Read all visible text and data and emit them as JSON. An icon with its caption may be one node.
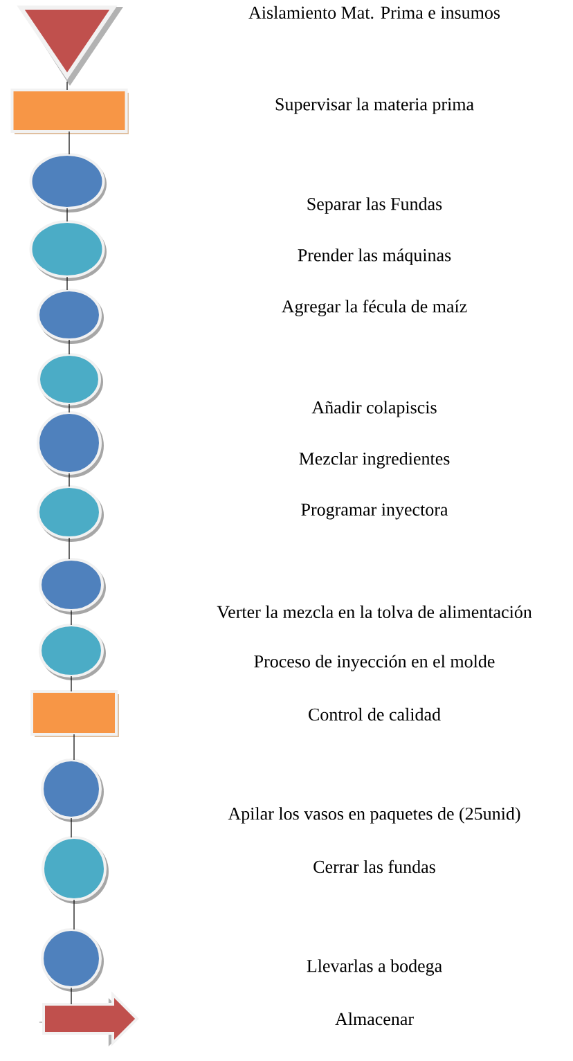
{
  "diagram": {
    "nodes": [
      {
        "text": [],
        "shape": "triangle"
      },
      {
        "text": [],
        "shape": "box"
      },
      {
        "text": [],
        "shape": "circle"
      },
      {
        "text": [],
        "shape": "circle"
      },
      {
        "text": [],
        "shape": "circle"
      },
      {
        "text": [],
        "shape": "circle"
      },
      {
        "text": [],
        "shape": "circle"
      },
      {
        "text": [],
        "shape": "circle"
      },
      {
        "text": [],
        "shape": "circle"
      },
      {
        "text": [],
        "shape": "circle"
      },
      {
        "text": [],
        "shape": "box"
      },
      {
        "text": [],
        "shape": "circle"
      },
      {
        "text": [],
        "shape": "circle"
      },
      {
        "text": [],
        "shape": "circle"
      },
      {
        "text": [],
        "shape": "arrow"
      }
    ],
    "edges": [
      {
        "from": 0,
        "to": 1,
        "arrow": "none"
      },
      {
        "from": 1,
        "to": 2,
        "arrow": "none"
      },
      {
        "from": 2,
        "to": 3,
        "arrow": "none"
      },
      {
        "from": 3,
        "to": 4,
        "arrow": "none"
      },
      {
        "from": 4,
        "to": 5,
        "arrow": "none"
      },
      {
        "from": 5,
        "to": 6,
        "arrow": "none"
      },
      {
        "from": 6,
        "to": 7,
        "arrow": "none"
      },
      {
        "from": 7,
        "to": 8,
        "arrow": "none"
      },
      {
        "from": 8,
        "to": 9,
        "arrow": "none"
      },
      {
        "from": 9,
        "to": 10,
        "arrow": "none"
      },
      {
        "from": 10,
        "to": 11,
        "arrow": "none"
      },
      {
        "from": 11,
        "to": 12,
        "arrow": "none"
      },
      {
        "from": 12,
        "to": 13,
        "arrow": "none"
      },
      {
        "from": 13,
        "to": 14,
        "arrow": "none"
      }
    ],
    "labels": [
      "Aislamiento Mat. Prima e insumos",
      "Supervisar la materia prima",
      "Separar las Fundas",
      "Prender las máquinas",
      "Agregar la fécula de maíz",
      "Añadir colapiscis",
      "Mezclar ingredientes",
      "Programar inyectora",
      "Verter la mezcla en la tolva de alimentación",
      "Proceso de inyección en el molde",
      "Control de calidad",
      "Apilar los vasos en paquetes de (25unid)",
      "Cerrar las fundas",
      "Llevarlas a bodega",
      "Almacenar"
    ]
  }
}
